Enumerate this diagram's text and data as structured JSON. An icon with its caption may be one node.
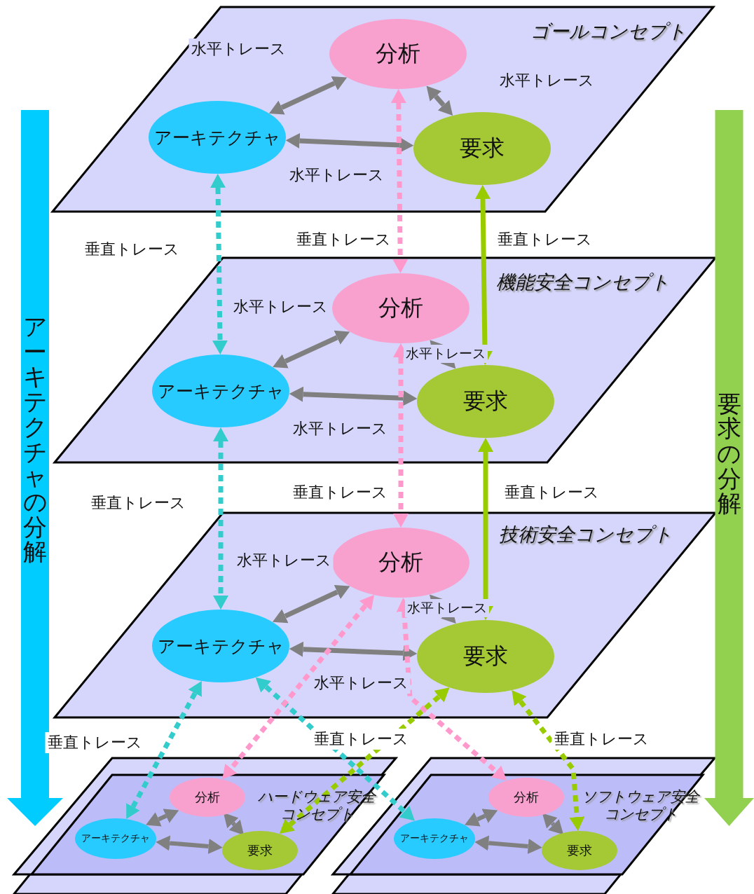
{
  "diagram": {
    "nodes": [
      {
        "text": [
          "ゴールコンセプト"
        ]
      },
      {
        "text": [
          "分析"
        ],
        "in": 0
      },
      {
        "text": [
          "アーキテクチャ"
        ],
        "in": 0
      },
      {
        "text": [
          "要求"
        ],
        "in": 0
      },
      {
        "text": [
          "機能安全コンセプト"
        ]
      },
      {
        "text": [
          "分析"
        ],
        "in": 4
      },
      {
        "text": [
          "アーキテクチャ"
        ],
        "in": 4
      },
      {
        "text": [
          "要求"
        ],
        "in": 4
      },
      {
        "text": [
          "技術安全コンセプト"
        ]
      },
      {
        "text": [
          "分析"
        ],
        "in": 8
      },
      {
        "text": [
          "アーキテクチャ"
        ],
        "in": 8
      },
      {
        "text": [
          "要求"
        ],
        "in": 8
      },
      {
        "text": [
          "ハードウェア安全コンセプト"
        ]
      },
      {
        "text": [
          "分析"
        ],
        "in": 12
      },
      {
        "text": [
          "アーキテクチャ"
        ],
        "in": 12
      },
      {
        "text": [
          "要求"
        ],
        "in": 12
      },
      {
        "text": [
          "ソフトウェア安全コンセプト"
        ]
      },
      {
        "text": [
          "分析"
        ],
        "in": 16
      },
      {
        "text": [
          "アーキテクチャ"
        ],
        "in": 16
      },
      {
        "text": [
          "要求"
        ],
        "in": 16
      },
      {
        "text": [
          "アーキテクチャの分解"
        ]
      },
      {
        "text": [
          "要求の分解"
        ]
      }
    ],
    "edges": [
      {
        "from": 1,
        "to": 2,
        "arrow": "both",
        "label": "水平トレース"
      },
      {
        "from": 1,
        "to": 3,
        "arrow": "both",
        "label": "水平トレース"
      },
      {
        "from": 2,
        "to": 3,
        "arrow": "both",
        "label": "水平トレース"
      },
      {
        "from": 5,
        "to": 6,
        "arrow": "both",
        "label": "水平トレース"
      },
      {
        "from": 5,
        "to": 7,
        "arrow": "both",
        "label": "水平トレース"
      },
      {
        "from": 6,
        "to": 7,
        "arrow": "both",
        "label": "水平トレース"
      },
      {
        "from": 9,
        "to": 10,
        "arrow": "both",
        "label": "水平トレース"
      },
      {
        "from": 9,
        "to": 11,
        "arrow": "both",
        "label": "水平トレース"
      },
      {
        "from": 10,
        "to": 11,
        "arrow": "both",
        "label": "水平トレース"
      },
      {
        "from": 13,
        "to": 14,
        "arrow": "both"
      },
      {
        "from": 13,
        "to": 15,
        "arrow": "both"
      },
      {
        "from": 14,
        "to": 15,
        "arrow": "both"
      },
      {
        "from": 17,
        "to": 18,
        "arrow": "both"
      },
      {
        "from": 17,
        "to": 19,
        "arrow": "both"
      },
      {
        "from": 18,
        "to": 19,
        "arrow": "both"
      },
      {
        "from": 2,
        "to": 6,
        "arrow": "both",
        "label": "垂直トレース",
        "style": "dashed",
        "color": "#33cccc"
      },
      {
        "from": 1,
        "to": 5,
        "arrow": "both",
        "label": "垂直トレース",
        "style": "dashed",
        "color": "#ff99cc"
      },
      {
        "from": 3,
        "to": 7,
        "arrow": "both",
        "label": "垂直トレース",
        "color": "#99cc00"
      },
      {
        "from": 6,
        "to": 10,
        "arrow": "both",
        "label": "垂直トレース",
        "style": "dashed",
        "color": "#33cccc"
      },
      {
        "from": 5,
        "to": 9,
        "arrow": "both",
        "label": "垂直トレース",
        "style": "dashed",
        "color": "#ff99cc"
      },
      {
        "from": 7,
        "to": 11,
        "arrow": "both",
        "label": "垂直トレース",
        "color": "#99cc00"
      },
      {
        "from": 10,
        "to": 14,
        "arrow": "both",
        "label": "垂直トレース",
        "style": "dashed",
        "color": "#33cccc"
      },
      {
        "from": 10,
        "to": 18,
        "arrow": "both",
        "label": "垂直トレース",
        "style": "dashed",
        "color": "#33cccc"
      },
      {
        "from": 9,
        "to": 13,
        "arrow": "both",
        "style": "dashed",
        "color": "#ff99cc"
      },
      {
        "from": 9,
        "to": 17,
        "arrow": "both",
        "style": "dashed",
        "color": "#ff99cc"
      },
      {
        "from": 11,
        "to": 15,
        "arrow": "both",
        "style": "dashed",
        "color": "#99cc00"
      },
      {
        "from": 11,
        "to": 19,
        "arrow": "both",
        "label": "垂直トレース",
        "style": "dashed",
        "color": "#99cc00"
      }
    ]
  }
}
